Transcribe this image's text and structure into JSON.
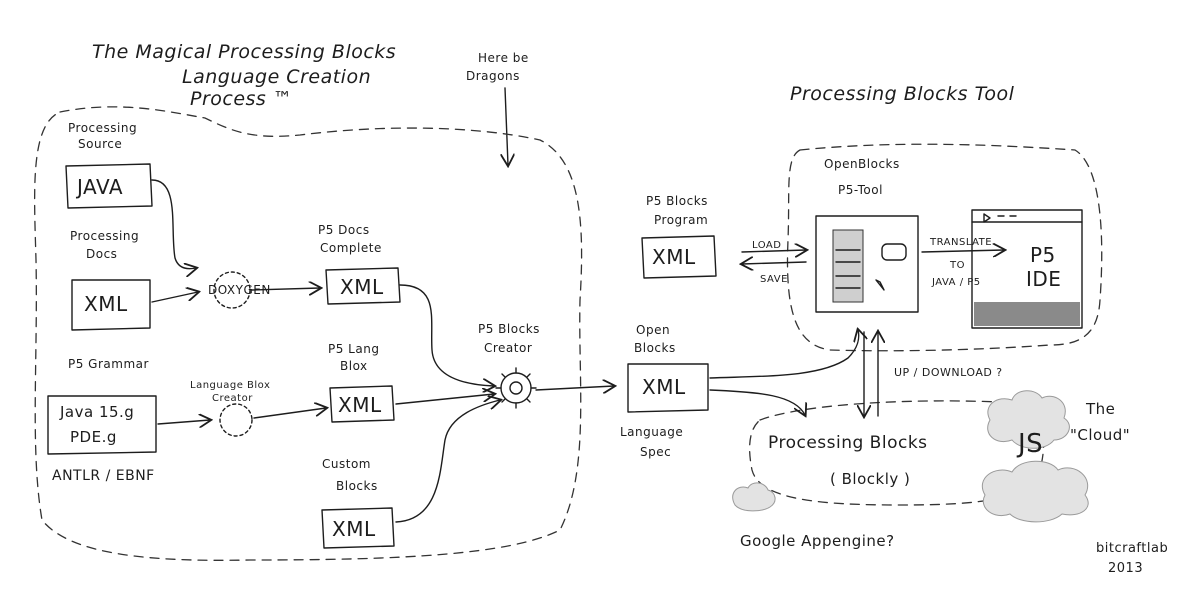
{
  "title": {
    "line1": "The Magical Processing Blocks",
    "line2": "Language Creation",
    "line3": "Process ™"
  },
  "dragons": {
    "line1": "Here be",
    "line2": "Dragons"
  },
  "tool_title": "Processing Blocks Tool",
  "left": {
    "source_label1": "Processing",
    "source_label2": "Source",
    "java_box": "JAVA",
    "docs_label1": "Processing",
    "docs_label2": "Docs",
    "docs_xml": "XML",
    "doxygen": "DOXYGEN",
    "p5docs_label1": "P5 Docs",
    "p5docs_label2": "Complete",
    "p5docs_xml": "XML",
    "grammar_label": "P5 Grammar",
    "grammar_file1": "Java 15.g",
    "grammar_file2": "PDE.g",
    "antlr": "ANTLR / EBNF",
    "langblox_label1": "Language Blox",
    "langblox_label2": "Creator",
    "p5lang_label1": "P5 Lang",
    "p5lang_label2": "Blox",
    "p5lang_xml": "XML",
    "custom_label1": "Custom",
    "custom_label2": "Blocks",
    "custom_xml": "XML",
    "creator_label1": "P5 Blocks",
    "creator_label2": "Creator"
  },
  "middle": {
    "openblocks_label1": "Open",
    "openblocks_label2": "Blocks",
    "openblocks_xml": "XML",
    "langspec_label1": "Language",
    "langspec_label2": "Spec",
    "program_label1": "P5 Blocks",
    "program_label2": "Program",
    "program_xml": "XML",
    "load": "LOAD",
    "save": "SAVE"
  },
  "right": {
    "openblocks_tool1": "OpenBlocks",
    "openblocks_tool2": "P5-Tool",
    "translate": "TRANSLATE",
    "to": "TO",
    "java_p5": "JAVA / P5",
    "p5": "P5",
    "ide": "IDE",
    "updown": "UP / DOWNLOAD ?",
    "pbjs1": "Processing Blocks",
    "pbjs_js": "JS",
    "pbjs2": "( Blockly )",
    "cloud_word": "The",
    "cloud_word2": "\"Cloud\"",
    "appengine": "Google Appengine?"
  },
  "signature": {
    "line1": "bitcraftlab",
    "line2": "2013"
  }
}
